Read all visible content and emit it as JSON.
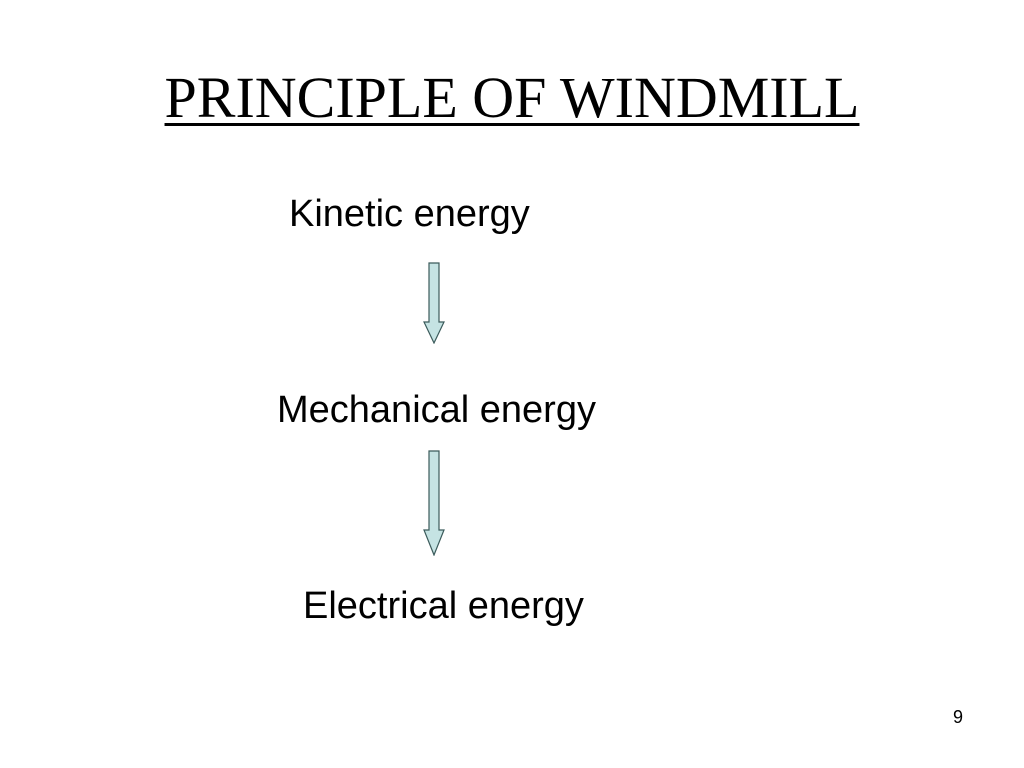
{
  "slide": {
    "title": "PRINCIPLE OF WINDMILL",
    "page_number": "9"
  },
  "flow": {
    "steps": [
      {
        "label": "Kinetic energy"
      },
      {
        "label": "Mechanical energy"
      },
      {
        "label": "Electrical energy"
      }
    ],
    "arrow_fill": "#c5e3e3",
    "arrow_stroke": "#3b5b5b"
  }
}
